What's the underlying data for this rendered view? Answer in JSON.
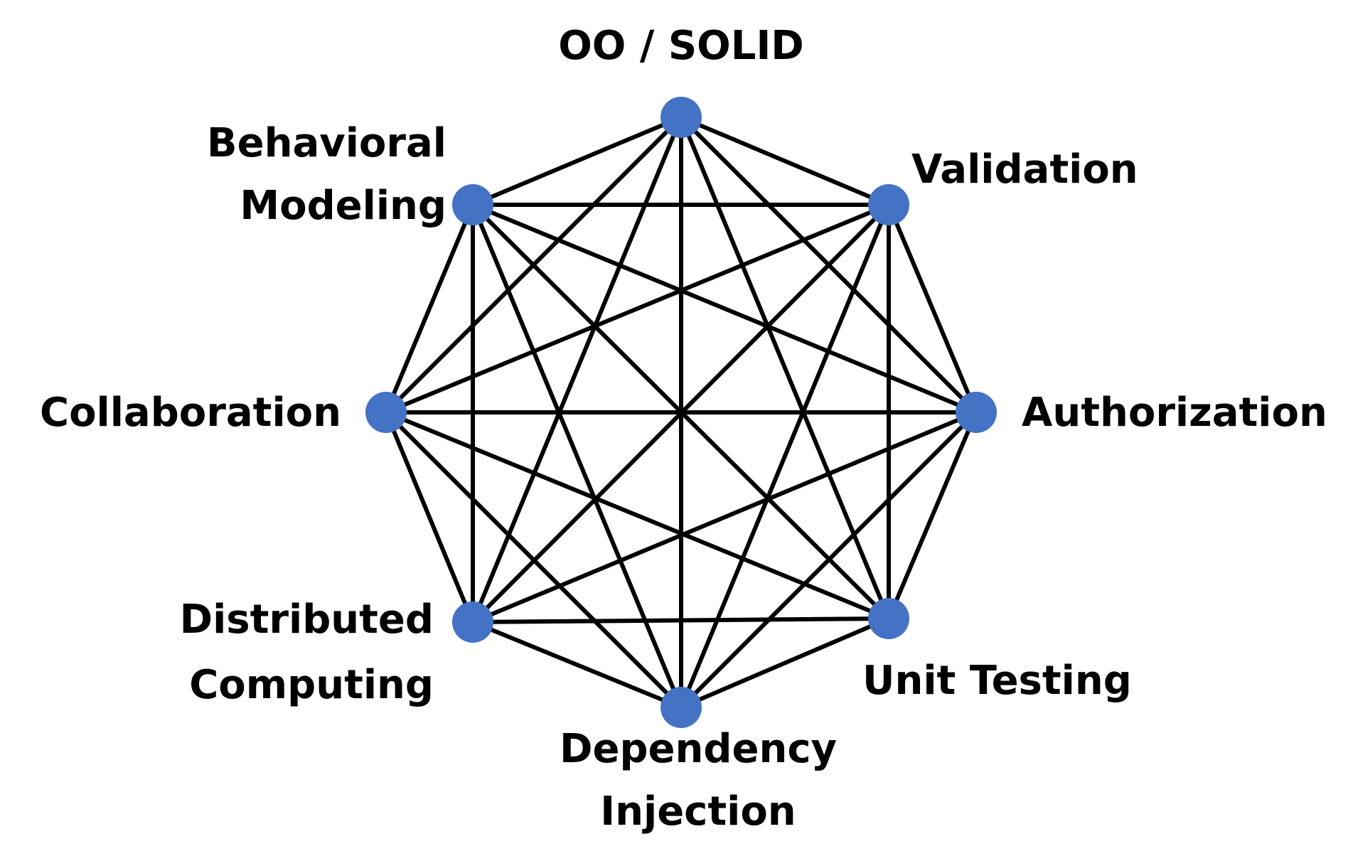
{
  "diagram": {
    "type": "complete-graph",
    "node_color": "#4472C4",
    "edge_color": "#000000",
    "nodes": [
      {
        "id": "oo-solid",
        "label_lines": [
          "OO / SOLID"
        ]
      },
      {
        "id": "validation",
        "label_lines": [
          "Validation"
        ]
      },
      {
        "id": "authorization",
        "label_lines": [
          "Authorization"
        ]
      },
      {
        "id": "unit-testing",
        "label_lines": [
          "Unit Testing"
        ]
      },
      {
        "id": "dependency-injection",
        "label_lines": [
          "Dependency",
          "Injection"
        ]
      },
      {
        "id": "distributed-computing",
        "label_lines": [
          "Distributed",
          "Computing"
        ]
      },
      {
        "id": "collaboration",
        "label_lines": [
          "Collaboration"
        ]
      },
      {
        "id": "behavioral-modeling",
        "label_lines": [
          "Behavioral",
          "Modeling"
        ]
      }
    ]
  }
}
